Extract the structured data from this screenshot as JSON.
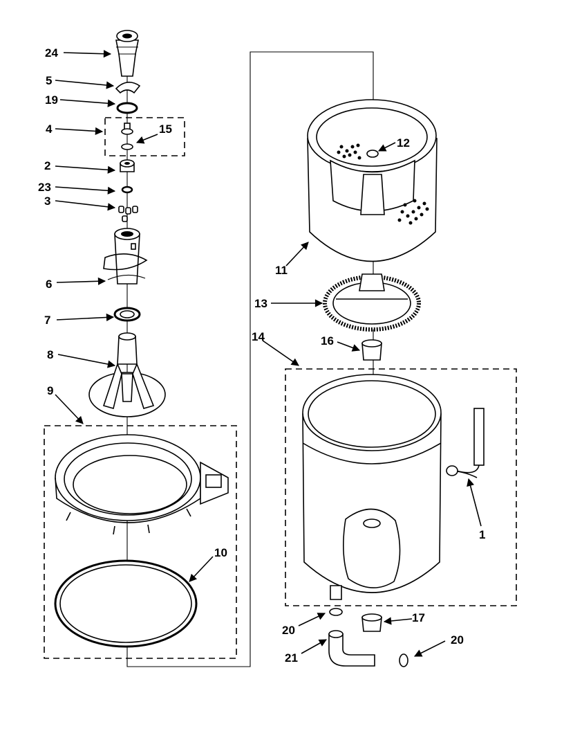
{
  "labels": {
    "p24": "24",
    "p5": "5",
    "p19": "19",
    "p4": "4",
    "p15": "15",
    "p2": "2",
    "p23": "23",
    "p3": "3",
    "p6": "6",
    "p7": "7",
    "p8": "8",
    "p9": "9",
    "p10": "10",
    "p12": "12",
    "p11": "11",
    "p13": "13",
    "p14": "14",
    "p16": "16",
    "p1": "1",
    "p20a": "20",
    "p17": "17",
    "p21": "21",
    "p20b": "20"
  }
}
